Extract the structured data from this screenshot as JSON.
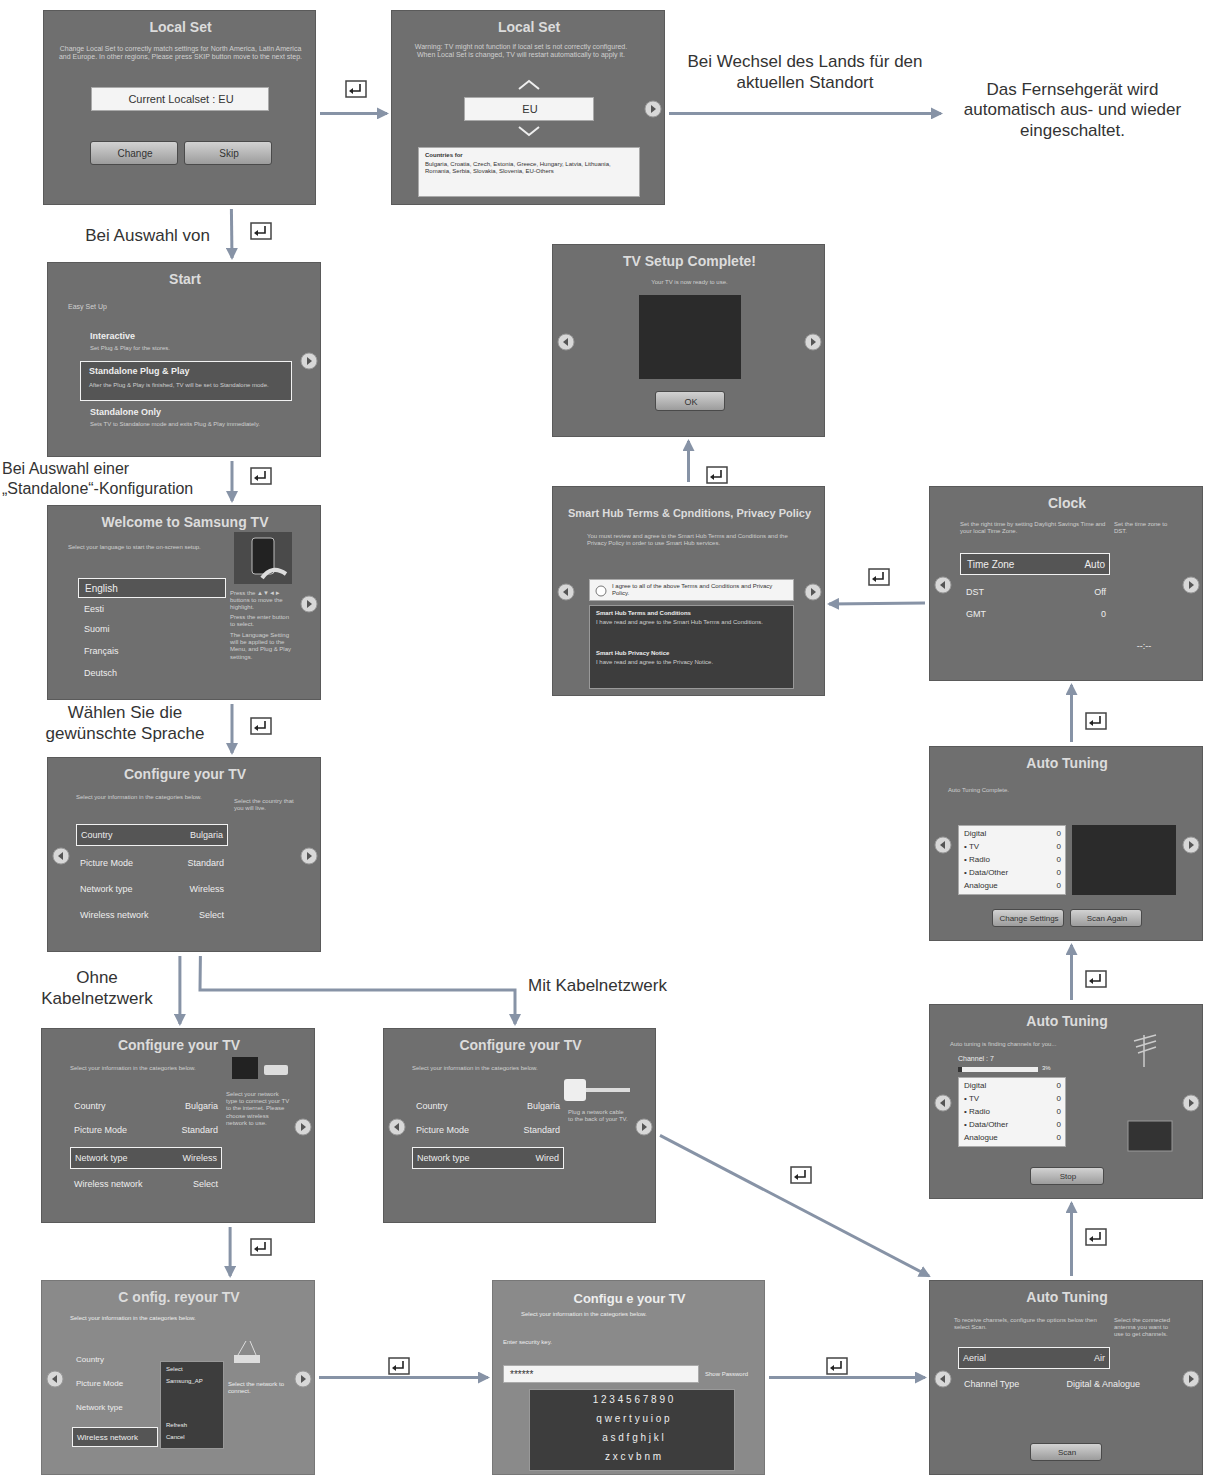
{
  "diagram": {
    "nodes": [
      {
        "text": [
          "Local Set",
          "Change Local Set to correctly match settings for North America, Latin America and Europe. In other regions, Please press SKIP button move to the next step."
        ]
      },
      {
        "text": [
          "Current Localset : EU"
        ],
        "in": 0
      },
      {
        "text": [
          "Change"
        ],
        "in": 0
      },
      {
        "text": [
          "Skip"
        ],
        "in": 0
      },
      {
        "text": [
          "Local Set",
          "Warning: TV might not function if local set is not correctly configured. When Local Set is changed, TV will restart automatically to apply it."
        ]
      },
      {
        "text": [
          "EU"
        ],
        "in": 4
      },
      {
        "text": [
          "Countries for",
          "Bulgaria, Croatia, Czech, Estonia, Greece, Hungary, Latvia, Lithuania, Romania, Serbia, Slovakia, Slovenia, EU-Others"
        ],
        "in": 4
      },
      {
        "text": [
          "Das Fernsehgerät wird automatisch aus- und wieder eingeschaltet."
        ]
      },
      {
        "text": [
          "Start",
          "Easy Set Up",
          "Interactive",
          "Set Plug & Play for the stores.",
          "Standalone Only",
          "Sets TV to Standalone mode and exits Plug & Play immediately."
        ]
      },
      {
        "text": [
          "Standalone Plug & Play",
          "After the Plug & Play is finished, TV will be set to Standalone mode."
        ],
        "in": 8
      },
      {
        "text": [
          "TV Setup Complete!",
          "Your TV is now ready to use."
        ]
      },
      {
        "text": [
          "OK"
        ],
        "in": 10
      },
      {
        "text": [
          "Welcome to Samsung TV",
          "Select your language to start the on-screen setup.",
          "Eesti",
          "Suomi",
          "Français",
          "Deutsch",
          "Press the ▲▼◄► buttons to move the highlight.",
          "Press the enter button to select.",
          "The Language Setting will be applied to the Menu, and Plug & Play settings."
        ]
      },
      {
        "text": [
          "English"
        ],
        "in": 12
      },
      {
        "text": [
          "Smart Hub Terms & Cpnditions, Privacy Policy",
          "You must review and agree to the Smart Hub Terms and Conditions and the Privacy Policy in order to use Smart Hub services."
        ]
      },
      {
        "text": [
          "I agree to all of the above Terms and Conditions and Privacy Policy."
        ],
        "in": 14
      },
      {
        "text": [
          "Smart Hub Terms and Conditions",
          "I have read and agree to the Smart Hub Terms and Conditions.",
          "Smart Hub Privacy Notice",
          "I have read and agree to the Privacy Notice."
        ],
        "in": 14
      },
      {
        "text": [
          "Clock",
          "Set the right time by setting Daylight Savings Time and your local Time Zone.",
          "Set the time zone to DST.",
          "DST",
          "Off",
          "GMT",
          "0",
          "--:--"
        ]
      },
      {
        "text": [
          "Time Zone",
          "Auto"
        ],
        "in": 17
      },
      {
        "text": [
          "Configure your TV",
          "Select your information in the categories below.",
          "Select the country that you will live.",
          "Picture Mode",
          "Standard",
          "Network type",
          "Wireless",
          "Wireless network",
          "Select"
        ]
      },
      {
        "text": [
          "Country",
          "Bulgaria"
        ],
        "in": 19
      },
      {
        "text": [
          "Auto Tuning",
          "Auto Tuning Complete."
        ]
      },
      {
        "text": [
          "Digital",
          "0",
          "• TV",
          "0",
          "• Radio",
          "0",
          "• Data/Other",
          "0",
          "Analogue",
          "0"
        ],
        "in": 21
      },
      {
        "text": [
          "Change Settings"
        ],
        "in": 21
      },
      {
        "text": [
          "Scan Again"
        ],
        "in": 21
      },
      {
        "text": [
          "Auto Tuning",
          "Auto tuning is finding channels for you...",
          "Channel : 7",
          "3%"
        ]
      },
      {
        "text": [
          "Digital",
          "0",
          "• TV",
          "0",
          "• Radio",
          "0",
          "• Data/Other",
          "0",
          "Analogue",
          "0"
        ],
        "in": 25
      },
      {
        "text": [
          "Stop"
        ],
        "in": 25
      },
      {
        "text": [
          "Configure your TV",
          "Select your information in the categories below.",
          "Country",
          "Bulgaria",
          "Picture Mode",
          "Standard",
          "Wireless network",
          "Select",
          "Select your network type to connect your TV to the internet. Please choose wireless network to use."
        ]
      },
      {
        "text": [
          "Network type",
          "Wireless"
        ],
        "in": 28
      },
      {
        "text": [
          "Configure your TV",
          "Select your information in the categories below.",
          "Country",
          "Bulgaria",
          "Picture Mode",
          "Standard",
          "Plug a network cable to the back of your TV."
        ]
      },
      {
        "text": [
          "Network type",
          "Wired"
        ],
        "in": 30
      },
      {
        "text": [
          "C onfig. reyour TV",
          "Select your information in the categories below.",
          "Country",
          "Picture Mode",
          "Network type",
          "Select the network to connect."
        ]
      },
      {
        "text": [
          "Select",
          "Samsung_AP",
          "Refresh",
          "Cancel"
        ],
        "in": 32
      },
      {
        "text": [
          "Wireless network"
        ],
        "in": 32
      },
      {
        "text": [
          "Configu e your TV",
          "Select your information in the categories below.",
          "Enter security key.",
          "Show Password"
        ]
      },
      {
        "text": [
          "******"
        ],
        "in": 35
      },
      {
        "text": [
          "1 2 3 4 5 6 7 8 9 0",
          "q w e r t y u i o p",
          "a s d f g h j k l",
          "z x c v b n m"
        ],
        "in": 35
      },
      {
        "text": [
          "Auto Tuning",
          "To receive channels, configure the options below then select Scan.",
          "Select the connected antenna you want to use to get channels.",
          "Channel Type",
          "Digital & Analogue"
        ]
      },
      {
        "text": [
          "Aerial",
          "Air"
        ],
        "in": 38
      },
      {
        "text": [
          "Scan"
        ],
        "in": 38
      }
    ],
    "edges": [
      {
        "from": 0,
        "to": 4,
        "arrow": "to"
      },
      {
        "from": 4,
        "to": 7,
        "label": "Bei Wechsel des Lands für den aktuellen Standort",
        "arrow": "to"
      },
      {
        "from": 0,
        "to": 8,
        "label": "Bei Auswahl von",
        "arrow": "to"
      },
      {
        "from": 8,
        "to": 12,
        "label": "Bei Auswahl einer „Standalone“-Konfiguration",
        "arrow": "to"
      },
      {
        "from": 12,
        "to": 19,
        "label": "Wählen Sie die gewünschte Sprache",
        "arrow": "to"
      },
      {
        "from": 19,
        "to": 28,
        "label": "Ohne Kabelnetzwerk",
        "arrow": "to"
      },
      {
        "from": 19,
        "to": 30,
        "label": "Mit Kabelnetzwerk",
        "arrow": "to"
      },
      {
        "from": 28,
        "to": 32,
        "arrow": "to"
      },
      {
        "from": 32,
        "to": 35,
        "arrow": "to"
      },
      {
        "from": 35,
        "to": 38,
        "arrow": "to"
      },
      {
        "from": 30,
        "to": 38,
        "arrow": "to"
      },
      {
        "from": 38,
        "to": 25,
        "arrow": "to"
      },
      {
        "from": 25,
        "to": 21,
        "arrow": "to"
      },
      {
        "from": 21,
        "to": 17,
        "arrow": "to"
      },
      {
        "from": 17,
        "to": 14,
        "arrow": "to"
      },
      {
        "from": 14,
        "to": 10,
        "arrow": "to"
      }
    ]
  }
}
